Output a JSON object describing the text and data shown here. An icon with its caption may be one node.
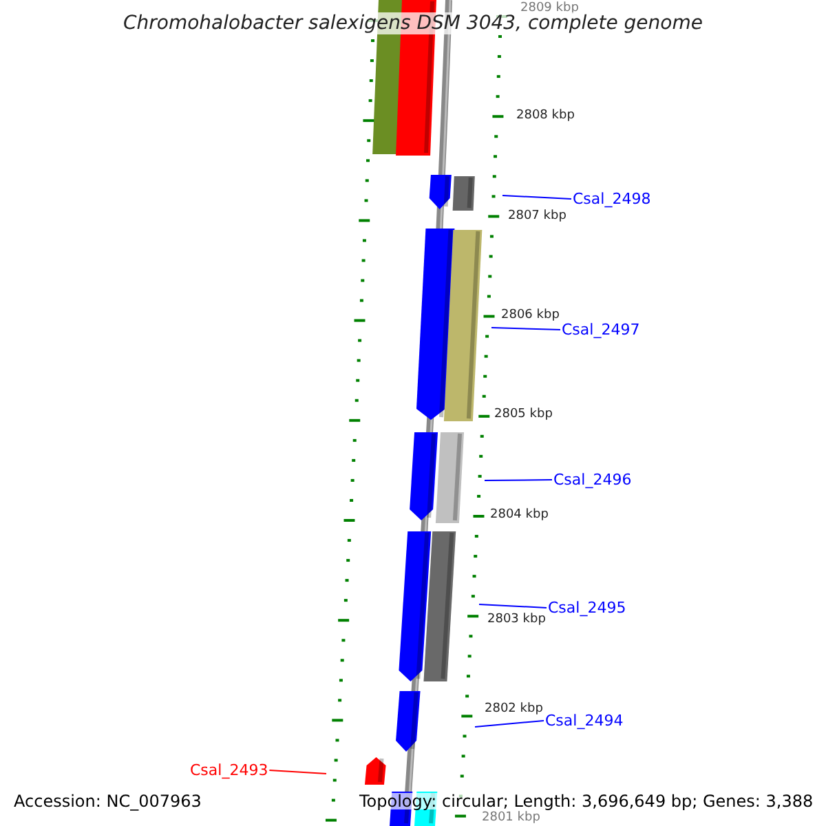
{
  "diagram": {
    "title": "Chromohalobacter salexigens DSM 3043, complete genome",
    "nodes": [
      {
        "text": [
          "Csal_2498"
        ]
      },
      {
        "text": [
          "Csal_2497"
        ]
      },
      {
        "text": [
          "Csal_2496"
        ]
      },
      {
        "text": [
          "Csal_2495"
        ]
      },
      {
        "text": [
          "Csal_2494"
        ]
      },
      {
        "text": [
          "Csal_2493"
        ]
      }
    ],
    "edges": [
      {
        "from": 0,
        "to": null,
        "arrow": "none"
      },
      {
        "from": 1,
        "to": null,
        "arrow": "none"
      },
      {
        "from": 2,
        "to": null,
        "arrow": "none"
      },
      {
        "from": 3,
        "to": null,
        "arrow": "none"
      },
      {
        "from": 4,
        "to": null,
        "arrow": "none"
      },
      {
        "from": 5,
        "to": null,
        "arrow": "none",
        "color": "#ff0000"
      }
    ],
    "labels": [
      "2809 kbp",
      "2808 kbp",
      "2807 kbp",
      "2806 kbp",
      "2805 kbp",
      "2804 kbp",
      "2803 kbp",
      "2802 kbp",
      "2801 kbp",
      "Accession: NC_007963",
      "Topology: circular; Length: 3,696,649 bp; Genes: 3,388"
    ]
  }
}
